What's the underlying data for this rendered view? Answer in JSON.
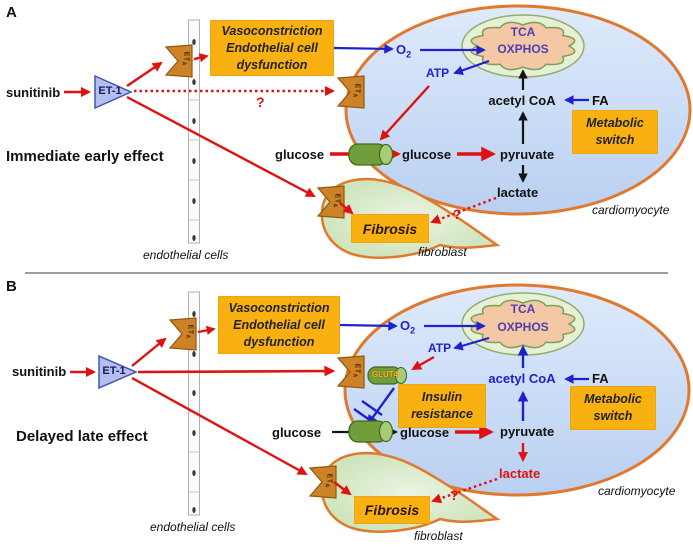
{
  "colors": {
    "accent_red": "#df1111",
    "accent_blue": "#1e22ce",
    "box_orange": "#f9b112",
    "membrane_orange": "#e0792e",
    "cell_blue": "#c9dcf5",
    "fibroblast_green": "#d9ead0",
    "mito_inner_salmon": "#f5c8a5",
    "mito_outer_green": "#e6f0d6",
    "tca_text_purple": "#4c3fb0",
    "receptor_orange": "#ce8226",
    "et1_triangle_fill": "#b5bfee"
  },
  "panel_a": {
    "label": "A",
    "drug": "sunitinib",
    "et1": "ET-1",
    "receptor": "ET",
    "receptor_sub": "A",
    "vaso": [
      "Vasoconstriction",
      "Endothelial cell",
      "dysfunction"
    ],
    "o2": "O",
    "o2_sub": "2",
    "tca": "TCA",
    "oxphos": "OXPHOS",
    "atp": "ATP",
    "acetyl_coa": "acetyl CoA",
    "fa": "FA",
    "metabolic": [
      "Metabolic",
      "switch"
    ],
    "glucose_out": "glucose",
    "glucose_in": "glucose",
    "pyruvate": "pyruvate",
    "lactate": "lactate",
    "q_receptor": "?",
    "q_lactate": "?",
    "fibrosis": "Fibrosis",
    "effect": "Immediate early effect",
    "endothelial": "endothelial cells",
    "fibroblast": "fibroblast",
    "cardiomyocyte": "cardiomyocyte"
  },
  "panel_b": {
    "label": "B",
    "drug": "sunitinib",
    "et1": "ET-1",
    "receptor": "ET",
    "receptor_sub": "A",
    "vaso": [
      "Vasoconstriction",
      "Endothelial cell",
      "dysfunction"
    ],
    "o2": "O",
    "o2_sub": "2",
    "tca": "TCA",
    "oxphos": "OXPHOS",
    "atp": "ATP",
    "glut4": "GLUT4",
    "insulin": [
      "Insulin",
      "resistance"
    ],
    "acetyl_coa": "acetyl CoA",
    "fa": "FA",
    "metabolic": [
      "Metabolic",
      "switch"
    ],
    "glucose_out": "glucose",
    "glucose_in": "glucose",
    "pyruvate": "pyruvate",
    "lactate": "lactate",
    "q_lactate": "?",
    "fibrosis": "Fibrosis",
    "effect": "Delayed late effect",
    "endothelial": "endothelial cells",
    "fibroblast": "fibroblast",
    "cardiomyocyte": "cardiomyocyte"
  }
}
